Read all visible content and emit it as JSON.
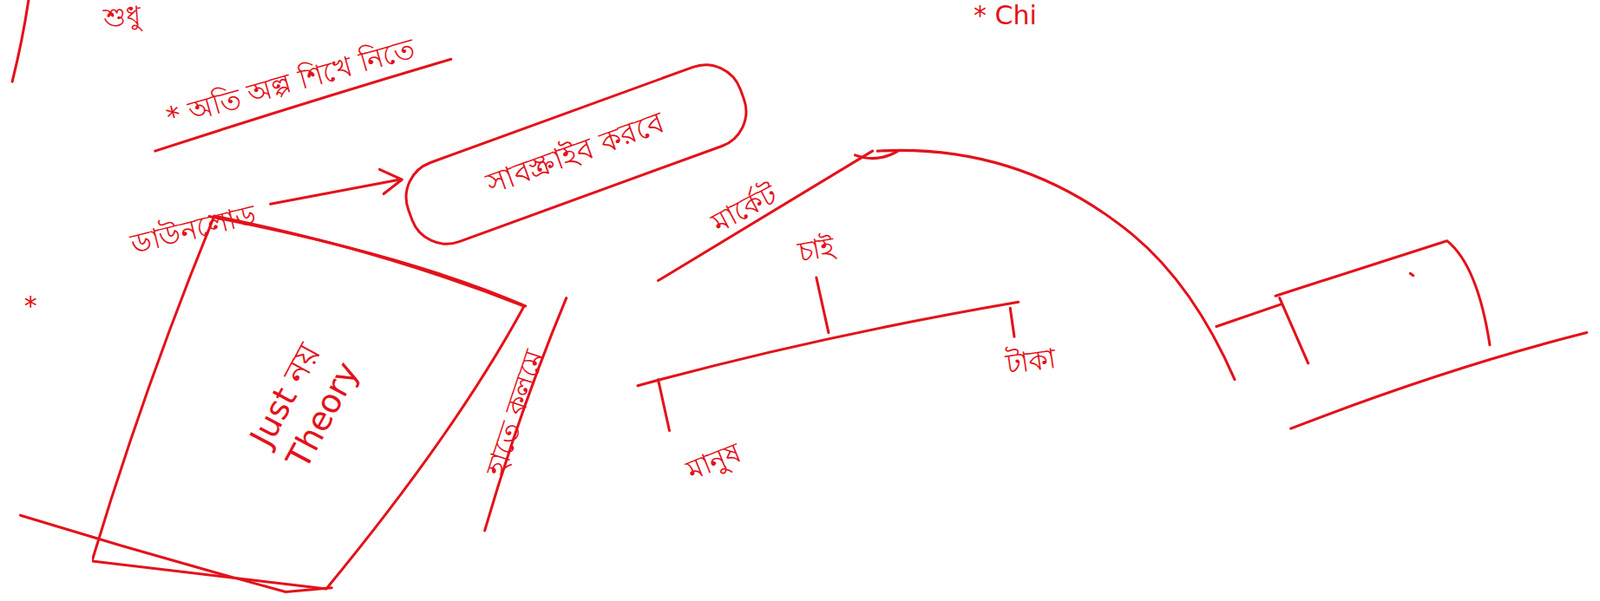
{
  "diagram": {
    "nodes": [
      {
        "text": [
          "সাবস্ক্রাইব করবে"
        ]
      },
      {
        "text": [
          "Just নয় Theory"
        ]
      }
    ],
    "labels": [
      "শুধু",
      "* অতি অল্প শিখে নিতে",
      "* Chi",
      "*",
      "ডাউনলোড",
      "হাতে কলমে",
      "মার্কেট",
      "চাই",
      "টাকা",
      "মানুষ"
    ]
  }
}
